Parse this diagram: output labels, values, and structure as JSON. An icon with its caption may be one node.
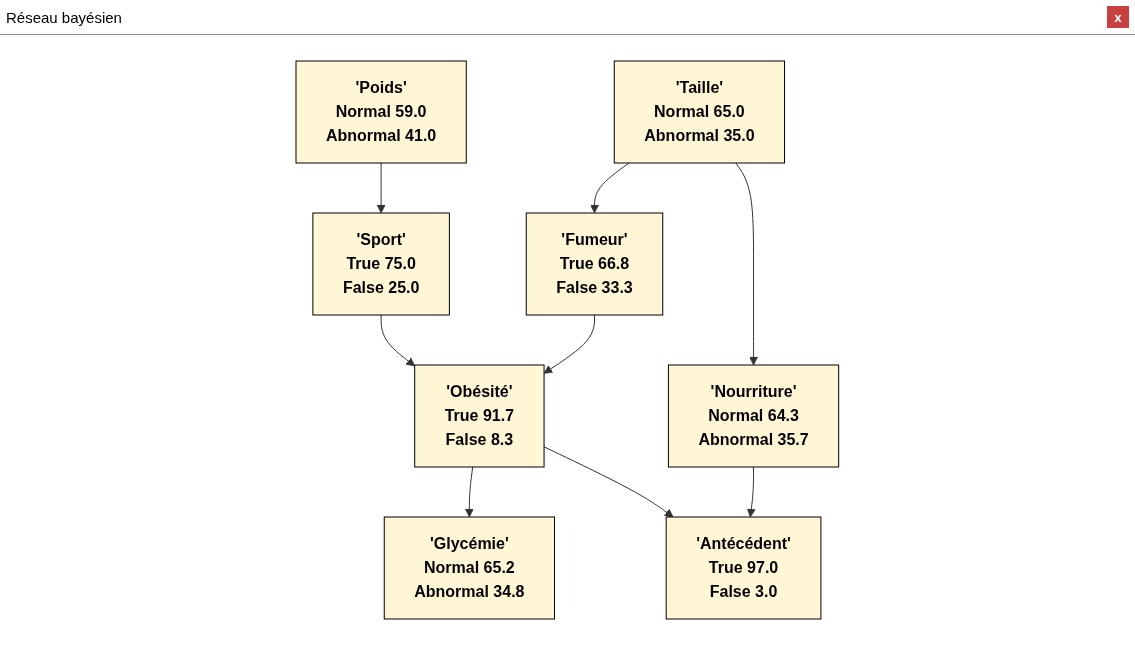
{
  "diagram": {
    "title": "Réseau bayésien",
    "nodes": [
      {
        "text": [
          "'Poids'",
          "Normal",
          "59.0",
          "Abnormal",
          "41.0"
        ]
      },
      {
        "text": [
          "'Taille'",
          "Normal",
          "65.0",
          "Abnormal",
          "35.0"
        ]
      },
      {
        "text": [
          "'Sport'",
          "True",
          "75.0",
          "False",
          "25.0"
        ]
      },
      {
        "text": [
          "'Fumeur'",
          "True",
          "66.8",
          "False",
          "33.3"
        ]
      },
      {
        "text": [
          "'Nourriture'",
          "Normal",
          "64.3",
          "Abnormal",
          "35.7"
        ]
      },
      {
        "text": [
          "'Obésité'",
          "True",
          "91.7",
          "False",
          "8.3"
        ]
      },
      {
        "text": [
          "'Glycémie'",
          "Normal",
          "65.2",
          "Abnormal",
          "34.8"
        ]
      },
      {
        "text": [
          "'Antécédent'",
          "True",
          "97.0",
          "False",
          "3.0"
        ]
      }
    ],
    "edges": [
      {
        "from": 0,
        "to": 2,
        "arrow": "to"
      },
      {
        "from": 1,
        "to": 3,
        "arrow": "to"
      },
      {
        "from": 1,
        "to": 4,
        "arrow": "to"
      },
      {
        "from": 2,
        "to": 5,
        "arrow": "to"
      },
      {
        "from": 3,
        "to": 5,
        "arrow": "to"
      },
      {
        "from": 4,
        "to": 7,
        "arrow": "to"
      },
      {
        "from": 5,
        "to": 6,
        "arrow": "to"
      },
      {
        "from": 5,
        "to": 7,
        "arrow": "to"
      }
    ],
    "labels": [
      "x"
    ]
  }
}
